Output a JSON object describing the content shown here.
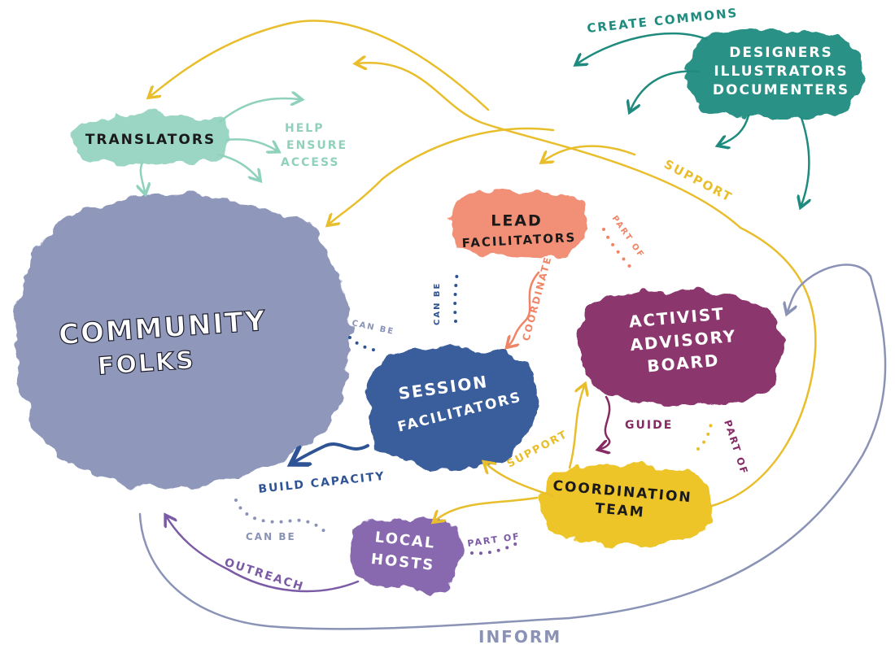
{
  "nodes": {
    "community": {
      "line1": "COMMUNITY",
      "line2": "FOLKS",
      "color": "#7b86ae"
    },
    "translators": {
      "label": "TRANSLATORS",
      "color": "#8fd1bd"
    },
    "designers": {
      "line1": "DESIGNERS",
      "line2": "ILLUSTRATORS",
      "line3": "DOCUMENTERS",
      "color": "#1f8b7e"
    },
    "lead": {
      "line1": "LEAD",
      "line2": "FACILITATORS",
      "color": "#f08466"
    },
    "session": {
      "line1": "SESSION",
      "line2": "FACILITATORS",
      "color": "#2f5496"
    },
    "advisory": {
      "line1": "ACTIVIST",
      "line2": "ADVISORY",
      "line3": "BOARD",
      "color": "#862a66"
    },
    "coordination": {
      "line1": "COORDINATION",
      "line2": "TEAM",
      "color": "#ecc21f"
    },
    "hosts": {
      "line1": "LOCAL",
      "line2": "HOSTS",
      "color": "#7b5aa6"
    }
  },
  "edges": {
    "create_commons": "CREATE COMMONS",
    "help_ensure_access": {
      "line1": "HELP",
      "line2": "ENSURE",
      "line3": "ACCESS"
    },
    "support_top": "SUPPORT",
    "part_of_lead": "PART OF",
    "can_be_lead": "CAN BE",
    "coordinate": "COORDINATE",
    "can_be_session": "CAN BE",
    "guide": "GUIDE",
    "part_of_advisory": "PART OF",
    "support_session": "SUPPORT",
    "build_capacity": "BUILD CAPACITY",
    "can_be_hosts": "CAN BE",
    "part_of_hosts": "PART OF",
    "outreach": "OUTREACH",
    "inform": "INFORM"
  },
  "colors": {
    "yellow_arrow": "#e8be2c",
    "teal_arrow": "#1f8b7e",
    "mint_arrow": "#8fd1bd",
    "salmon_arrow": "#f08466",
    "navy_arrow": "#2f5496",
    "plum_arrow": "#862a66",
    "purple_arrow": "#7b5aa6",
    "slate_arrow": "#8a93b6"
  }
}
